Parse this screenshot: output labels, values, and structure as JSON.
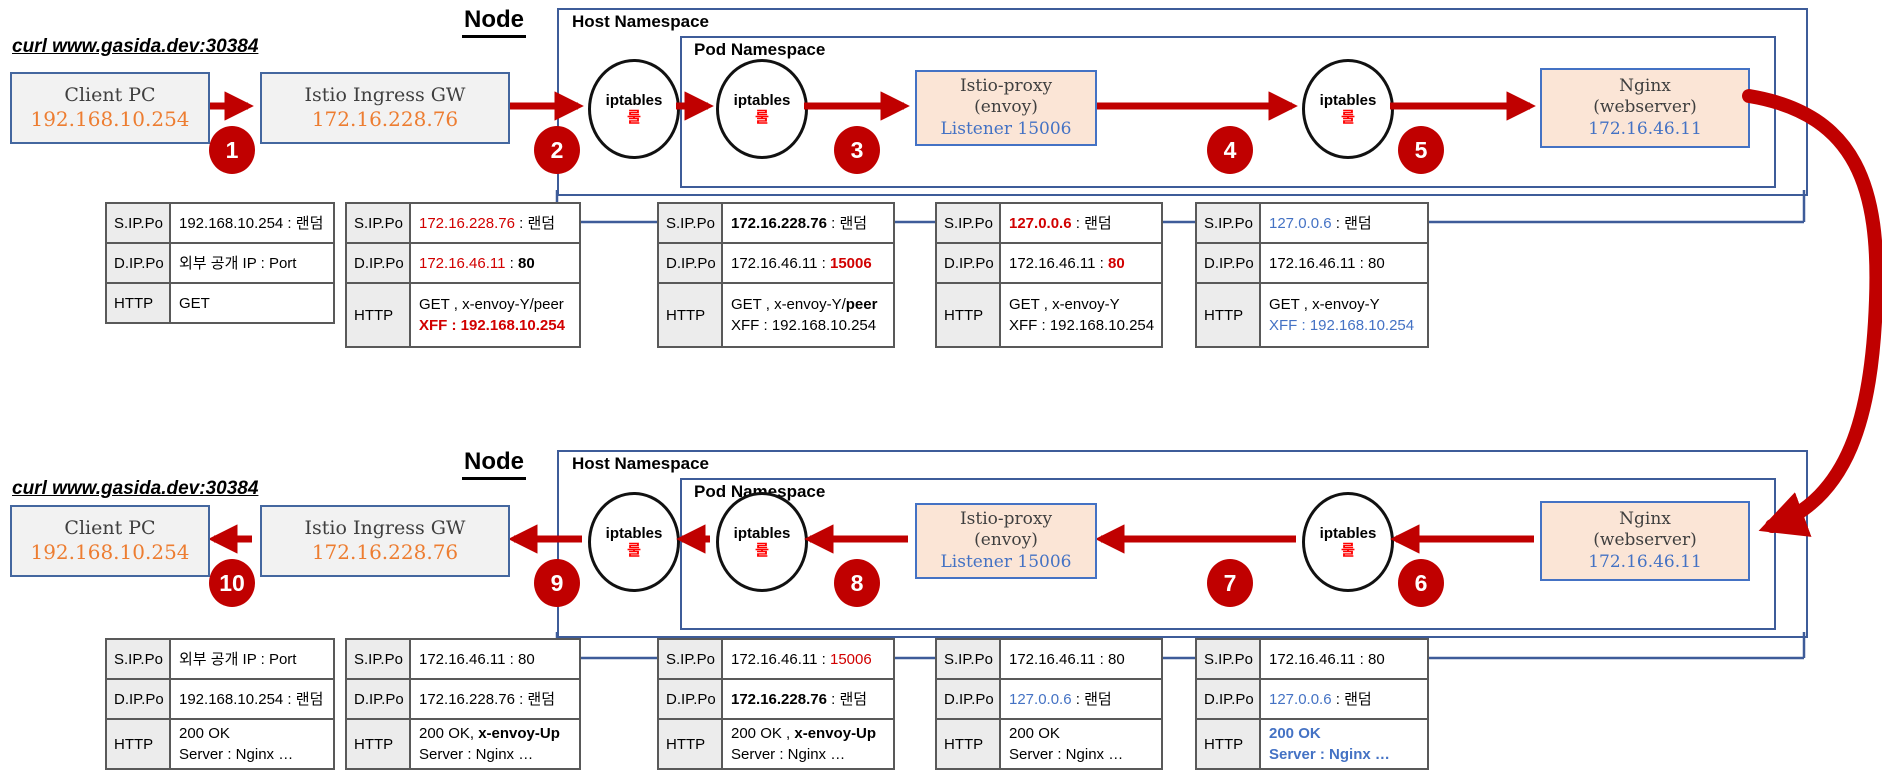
{
  "palette": {
    "arrow_red": "#C00000",
    "text_red": "#D10000",
    "rule_red": "#FF0000",
    "accent_blue": "#4472C4",
    "line_blue": "#3E5C99",
    "orange": "#ED7D31",
    "box_gray": "#F2F2F2",
    "box_peach": "#FBE5D6"
  },
  "t": {
    "curl": "curl www.gasida.dev:30384",
    "node": "Node",
    "host_ns": "Host Namespace",
    "pod_ns": "Pod Namespace",
    "ipt": "iptables",
    "rule": "룰",
    "client": {
      "name": "Client PC",
      "ip": "192.168.10.254"
    },
    "gw": {
      "name": "Istio Ingress GW",
      "ip": "172.16.228.76"
    },
    "proxy": {
      "l1": "Istio-proxy",
      "l2": "(envoy)",
      "l3": "Listener 15006"
    },
    "nginx": {
      "l1": "Nginx",
      "l2": "(webserver)",
      "l3": "172.16.46.11"
    },
    "steps": {
      "s1": "1",
      "s2": "2",
      "s3": "3",
      "s4": "4",
      "s5": "5"
    },
    "tables": {
      "t1": {
        "k1": "S.IP.Po",
        "k2": "D.IP.Po",
        "k3": "HTTP",
        "r1": [
          {
            "t": "192.168.10.254 : 랜덤",
            "cls": "v"
          }
        ],
        "r2": [
          {
            "t": "외부 공개 IP : Port",
            "cls": "v"
          }
        ],
        "r3a": [
          {
            "t": "GET",
            "cls": "v"
          }
        ]
      },
      "t2": {
        "k1": "S.IP.Po",
        "k2": "D.IP.Po",
        "k3": "HTTP",
        "r1": [
          {
            "t": "172.16.228.76",
            "cls": "v r"
          },
          {
            "t": " : 랜덤",
            "cls": "v"
          }
        ],
        "r2": [
          {
            "t": "172.16.46.11",
            "cls": "v r"
          },
          {
            "t": " : ",
            "cls": "v"
          },
          {
            "t": "80",
            "cls": "v b"
          }
        ],
        "r3a": [
          {
            "t": "GET , x-envoy-Y/peer",
            "cls": "v"
          }
        ],
        "r3b": [
          {
            "t": "XFF : 192.168.10.254",
            "cls": "v rb"
          }
        ]
      },
      "t3": {
        "k1": "S.IP.Po",
        "k2": "D.IP.Po",
        "k3": "HTTP",
        "r1": [
          {
            "t": "172.16.228.76",
            "cls": "v b"
          },
          {
            "t": " : 랜덤",
            "cls": "v"
          }
        ],
        "r2": [
          {
            "t": "172.16.46.11 : ",
            "cls": "v"
          },
          {
            "t": "15006",
            "cls": "v rb"
          }
        ],
        "r3a": [
          {
            "t": "GET , x-envoy-Y/",
            "cls": "v"
          },
          {
            "t": "peer",
            "cls": "v b"
          }
        ],
        "r3b": [
          {
            "t": "XFF : 192.168.10.254",
            "cls": "v"
          }
        ]
      },
      "t4": {
        "k1": "S.IP.Po",
        "k2": "D.IP.Po",
        "k3": "HTTP",
        "r1": [
          {
            "t": "127.0.0.6",
            "cls": "v rb"
          },
          {
            "t": " : 랜덤",
            "cls": "v"
          }
        ],
        "r2": [
          {
            "t": "172.16.46.11 : ",
            "cls": "v"
          },
          {
            "t": "80",
            "cls": "v rb"
          }
        ],
        "r3a": [
          {
            "t": "GET , x-envoy-Y",
            "cls": "v"
          }
        ],
        "r3b": [
          {
            "t": "XFF : 192.168.10.254",
            "cls": "v"
          }
        ]
      },
      "t5": {
        "k1": "S.IP.Po",
        "k2": "D.IP.Po",
        "k3": "HTTP",
        "r1": [
          {
            "t": "127.0.0.6",
            "cls": "v bl"
          },
          {
            "t": " : 랜덤",
            "cls": "v"
          }
        ],
        "r2": [
          {
            "t": "172.16.46.11 : 80",
            "cls": "v"
          }
        ],
        "r3a": [
          {
            "t": "GET , x-envoy-Y",
            "cls": "v"
          }
        ],
        "r3b": [
          {
            "t": "XFF : 192.168.10.254",
            "cls": "v bl"
          }
        ]
      }
    }
  },
  "b": {
    "curl": "curl www.gasida.dev:30384",
    "node": "Node",
    "host_ns": "Host Namespace",
    "pod_ns": "Pod Namespace",
    "ipt": "iptables",
    "rule": "룰",
    "client": {
      "name": "Client PC",
      "ip": "192.168.10.254"
    },
    "gw": {
      "name": "Istio Ingress GW",
      "ip": "172.16.228.76"
    },
    "proxy": {
      "l1": "Istio-proxy",
      "l2": "(envoy)",
      "l3": "Listener 15006"
    },
    "nginx": {
      "l1": "Nginx",
      "l2": "(webserver)",
      "l3": "172.16.46.11"
    },
    "steps": {
      "s1": "10",
      "s2": "9",
      "s3": "8",
      "s4": "7",
      "s5": "6"
    },
    "tables": {
      "b1": {
        "k1": "S.IP.Po",
        "k2": "D.IP.Po",
        "k3": "HTTP",
        "r1": [
          {
            "t": "외부 공개 IP : Port",
            "cls": "v"
          }
        ],
        "r2": [
          {
            "t": "192.168.10.254 : 랜덤",
            "cls": "v"
          }
        ],
        "r3a": [
          {
            "t": "200 OK",
            "cls": "v"
          }
        ],
        "r3b": [
          {
            "t": "Server : Nginx …",
            "cls": "v"
          }
        ]
      },
      "b2": {
        "k1": "S.IP.Po",
        "k2": "D.IP.Po",
        "k3": "HTTP",
        "r1": [
          {
            "t": "172.16.46.11 : 80",
            "cls": "v"
          }
        ],
        "r2": [
          {
            "t": "172.16.228.76 : 랜덤",
            "cls": "v"
          }
        ],
        "r3a": [
          {
            "t": "200 OK, ",
            "cls": "v"
          },
          {
            "t": "x-envoy-Up",
            "cls": "v b"
          }
        ],
        "r3b": [
          {
            "t": "Server : Nginx …",
            "cls": "v"
          }
        ]
      },
      "b3": {
        "k1": "S.IP.Po",
        "k2": "D.IP.Po",
        "k3": "HTTP",
        "r1": [
          {
            "t": "172.16.46.11 : ",
            "cls": "v"
          },
          {
            "t": "15006",
            "cls": "v r"
          }
        ],
        "r2": [
          {
            "t": "172.16.228.76",
            "cls": "v b"
          },
          {
            "t": " : 랜덤",
            "cls": "v"
          }
        ],
        "r3a": [
          {
            "t": "200 OK , ",
            "cls": "v"
          },
          {
            "t": "x-envoy-Up",
            "cls": "v b"
          }
        ],
        "r3b": [
          {
            "t": "Server : Nginx …",
            "cls": "v"
          }
        ]
      },
      "b4": {
        "k1": "S.IP.Po",
        "k2": "D.IP.Po",
        "k3": "HTTP",
        "r1": [
          {
            "t": "172.16.46.11 : 80",
            "cls": "v"
          }
        ],
        "r2": [
          {
            "t": "127.0.0.6",
            "cls": "v bl"
          },
          {
            "t": " : 랜덤",
            "cls": "v"
          }
        ],
        "r3a": [
          {
            "t": "200 OK",
            "cls": "v"
          }
        ],
        "r3b": [
          {
            "t": "Server : Nginx …",
            "cls": "v"
          }
        ]
      },
      "b5": {
        "k1": "S.IP.Po",
        "k2": "D.IP.Po",
        "k3": "HTTP",
        "r1": [
          {
            "t": "172.16.46.11 : 80",
            "cls": "v"
          }
        ],
        "r2": [
          {
            "t": "127.0.0.6",
            "cls": "v bl"
          },
          {
            "t": " : 랜덤",
            "cls": "v"
          }
        ],
        "r3a": [
          {
            "t": "200 OK",
            "cls": "v blb"
          }
        ],
        "r3b": [
          {
            "t": "Server : Nginx …",
            "cls": "v blb"
          }
        ]
      }
    }
  }
}
